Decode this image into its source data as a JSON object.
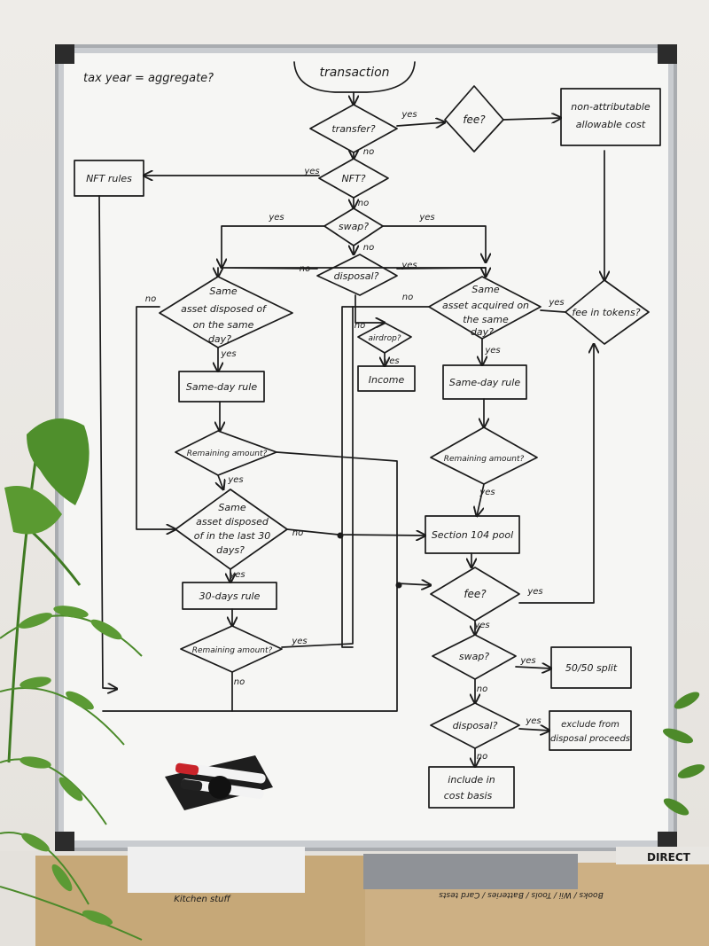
{
  "note": "tax year = aggregate?",
  "shapes": {
    "transaction": "transaction",
    "transfer": "transfer?",
    "fee_top": "fee?",
    "non_attr": [
      "non-attributable",
      "allowable cost"
    ],
    "nft_q": "NFT?",
    "nft_rules": "NFT rules",
    "swap_top": "swap?",
    "disposal_top": "disposal?",
    "same_day_disposed": [
      "Same",
      "asset disposed of",
      "on the same",
      "day?"
    ],
    "same_day_acquired": [
      "Same",
      "asset acquired on",
      "the same",
      "day?"
    ],
    "fee_in_tokens": "fee in tokens?",
    "airdrop": "airdrop?",
    "income": "Income",
    "same_day_rule_left": "Same-day rule",
    "same_day_rule_right": "Same-day rule",
    "remaining_left": "Remaining amount?",
    "remaining_right": "Remaining amount?",
    "same_30": [
      "Same",
      "asset disposed",
      "of in the last 30",
      "days?"
    ],
    "section104": "Section 104 pool",
    "thirty_rule": "30-days rule",
    "remaining_bottom": "Remaining amount?",
    "fee_bottom": "fee?",
    "swap_bottom": "swap?",
    "split": "50/50 split",
    "disposal_bottom": "disposal?",
    "exclude": [
      "exclude from",
      "disposal proceeds"
    ],
    "include": [
      "include in",
      "cost basis"
    ]
  },
  "edge_labels": {
    "transfer_yes": "yes",
    "transfer_no": "no",
    "nft_yes": "yes",
    "nft_no": "no",
    "swap_yes_left": "yes",
    "swap_yes_right": "yes",
    "swap_no": "no",
    "disposal_no": "no",
    "disposal_yes": "yes",
    "sd_disposed_no": "no",
    "sd_disposed_yes": "yes",
    "sd_acquired_no": "no",
    "sd_acquired_yes": "yes",
    "fee_tokens_yes": "yes",
    "airdrop_no": "no",
    "airdrop_yes": "yes",
    "remaining_left_yes": "yes",
    "same30_no": "no",
    "same30_yes": "yes",
    "remaining_right_yes": "yes",
    "remaining_bottom_yes": "yes",
    "remaining_bottom_no": "no",
    "fee_bottom_yes_right": "yes",
    "fee_bottom_yes_down": "yes",
    "swap_bottom_yes": "yes",
    "swap_bottom_no": "no",
    "disposal_bottom_yes": "yes",
    "disposal_bottom_no": "no"
  },
  "box_labels": [
    "Kitchen stuff",
    "Books / Wii / Tools / Batteries / Card tests"
  ],
  "box_brand": "DIRECT",
  "colors": {
    "ink": "#1b1b1b",
    "board": "#f6f6f4",
    "frame": "#a9acb0",
    "cardboard": "#c6a878"
  }
}
